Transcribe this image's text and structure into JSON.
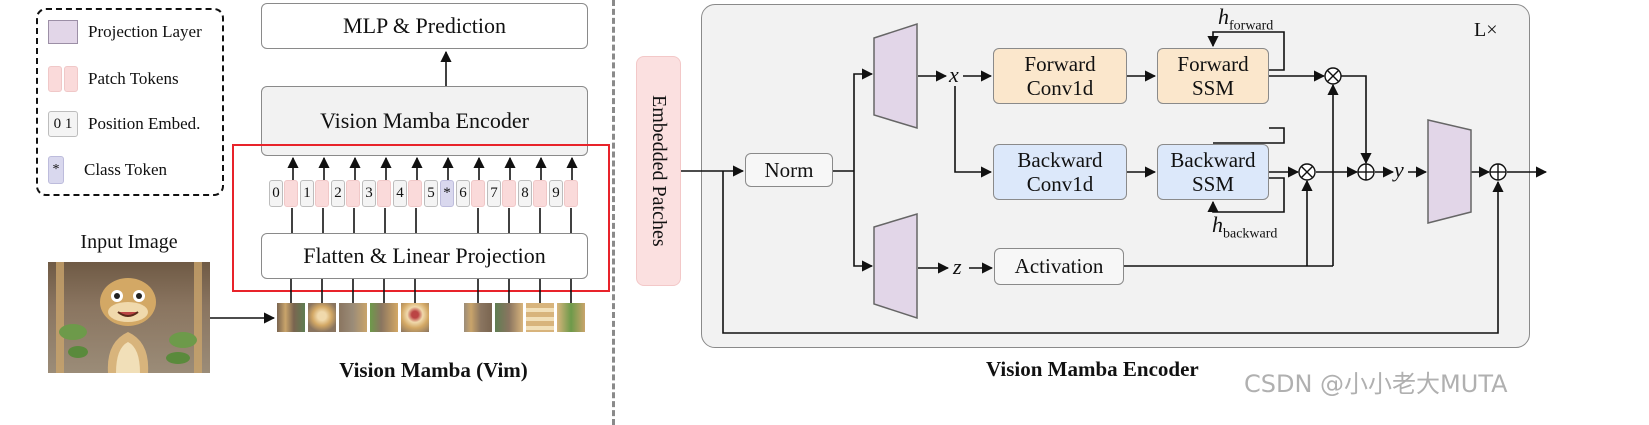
{
  "legend": {
    "projection_layer": "Projection Layer",
    "patch_tokens": "Patch Tokens",
    "position_embed": "Position Embed.",
    "position_embed_swatch": "0 1",
    "class_token": "Class Token",
    "class_token_symbol": "*"
  },
  "left_panel": {
    "mlp": "MLP & Prediction",
    "encoder": "Vision Mamba Encoder",
    "flatten": "Flatten & Linear Projection",
    "input_image": "Input Image",
    "caption": "Vision Mamba (Vim)",
    "position_tokens": [
      "0",
      "1",
      "2",
      "3",
      "4",
      "5",
      "6",
      "7",
      "8",
      "9"
    ],
    "class_token": "*"
  },
  "right_panel": {
    "embedded_patches": "Embedded Patches",
    "repeat": "L×",
    "norm": "Norm",
    "forward_conv": [
      "Forward",
      "Conv1d"
    ],
    "forward_ssm": [
      "Forward",
      "SSM"
    ],
    "backward_conv": [
      "Backward",
      "Conv1d"
    ],
    "backward_ssm": [
      "Backward",
      "SSM"
    ],
    "activation": "Activation",
    "var_x": "x",
    "var_z": "z",
    "var_y": "y",
    "h_forward_base": "h",
    "h_forward_sub": "forward",
    "h_backward_base": "h",
    "h_backward_sub": "backward",
    "caption": "Vision Mamba Encoder"
  },
  "watermark": "CSDN @小小老大MUTA",
  "colors": {
    "projection": "#e2d6e8",
    "patch": "#fadada",
    "forward": "#fbe7cc",
    "backward": "#dce8fa",
    "highlight": "#e8232a",
    "panel": "#f2f2f2"
  }
}
